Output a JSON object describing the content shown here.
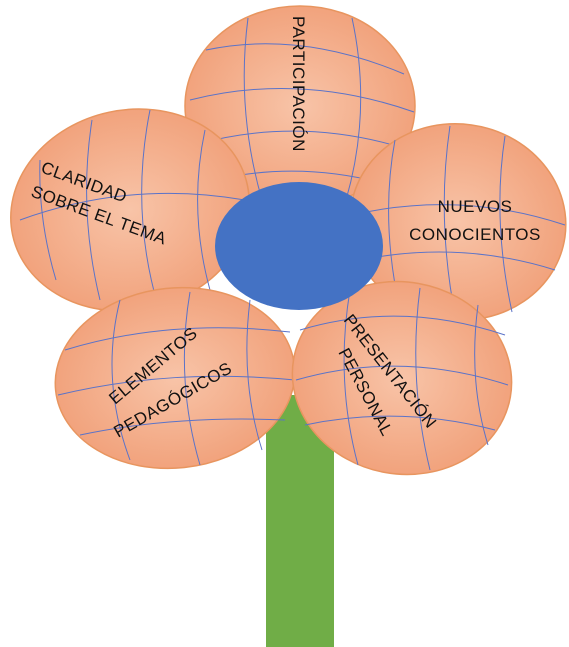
{
  "diagram": {
    "petals": {
      "top": "PARTICIPACIÓN",
      "right": "NUEVOS CONOCIENTOS",
      "left": "CLARIDAD SOBRE EL TEMA",
      "bottom_left": "ELEMENTOS PEDAGÓGICOS",
      "bottom_right": "PRESENTACIÓN PERSONAL"
    },
    "colors": {
      "petal_fill": "#F2A884",
      "petal_stroke": "#E8955F",
      "petal_lines": "#5B73C8",
      "center": "#4472C4",
      "stem": "#70AD47"
    }
  }
}
